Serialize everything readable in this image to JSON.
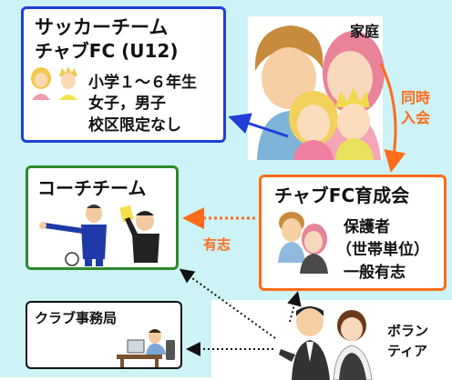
{
  "soccer_team": {
    "title_line1": "サッカーチーム",
    "title_line2": "チャブFC (U12)",
    "line1": "小学１～６年生",
    "line2": "女子，男子",
    "line3": "校区限定なし"
  },
  "family": {
    "label": "家庭"
  },
  "join_label": {
    "line1": "同時",
    "line2": "入会"
  },
  "coach_team": {
    "title": "コーチチーム"
  },
  "volunteer_label": "有志",
  "ikuseikai": {
    "title": "チャブFC育成会",
    "line1": "保護者",
    "line2": "（世帯単位）",
    "line3": "一般有志"
  },
  "club_office": {
    "title": "クラブ事務局"
  },
  "volunteer": {
    "line1": "ボラン",
    "line2": "ティア"
  },
  "colors": {
    "blue": "#1f3fd6",
    "green": "#2d8a2d",
    "orange": "#ff6b1a",
    "background": "#cdf3f6"
  }
}
